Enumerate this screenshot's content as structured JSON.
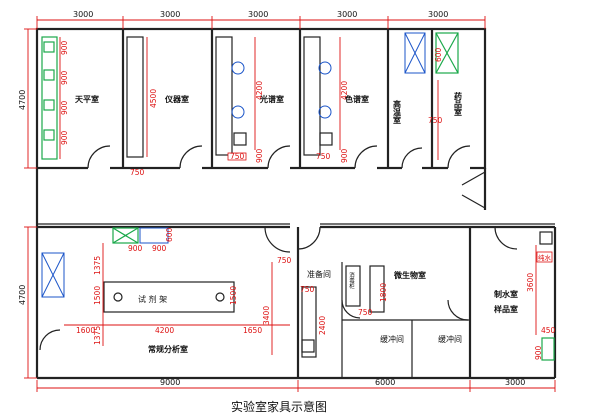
{
  "caption": "实验室家具示意图",
  "rooms": {
    "tianping": "天平室",
    "yiqi": "仪器室",
    "guangpu": "光谱室",
    "sepu": "色谱室",
    "gaowen": "高温室",
    "yaopin": "药品室",
    "changgui": "常规分析室",
    "zhunbei": "准备间",
    "weishengwu": "微生物室",
    "huanchong1": "缓冲间",
    "huanchong2": "缓冲间",
    "zhishui": "制水室",
    "yangpin": "样品室",
    "shiji": "试 剂 架",
    "chunshui": "纯水",
    "xiaodu": "消毒柜"
  },
  "dims": {
    "top1": "3000",
    "top2": "3000",
    "top3": "3000",
    "top4": "3000",
    "top5": "3000",
    "bot1": "9000",
    "bot2": "6000",
    "bot3": "3000",
    "left1": "4700",
    "left2": "4700",
    "tp900a": "900",
    "tp900b": "900",
    "tp900c": "900",
    "tp900d": "900",
    "yq4500": "4500",
    "gp4200": "4200",
    "gp900": "900",
    "sp4200": "4200",
    "sp900": "900",
    "gp750": "750",
    "sp750": "750",
    "gw750": "750",
    "gw600": "600",
    "zh750": "750",
    "cg900a": "900",
    "cg900b": "900",
    "cg600": "600",
    "cg1375a": "1375",
    "cg1375b": "1375",
    "cg1500a": "1500",
    "cg1500b": "1500",
    "cg1600": "1600",
    "cg4200": "4200",
    "cg1650": "1650",
    "cg3400": "3400",
    "cg750": "750",
    "zb750a": "750",
    "zb750b": "750",
    "zb2400": "2400",
    "ws1800": "1800",
    "zs3600": "3600",
    "zs450": "450",
    "zs900": "900"
  }
}
